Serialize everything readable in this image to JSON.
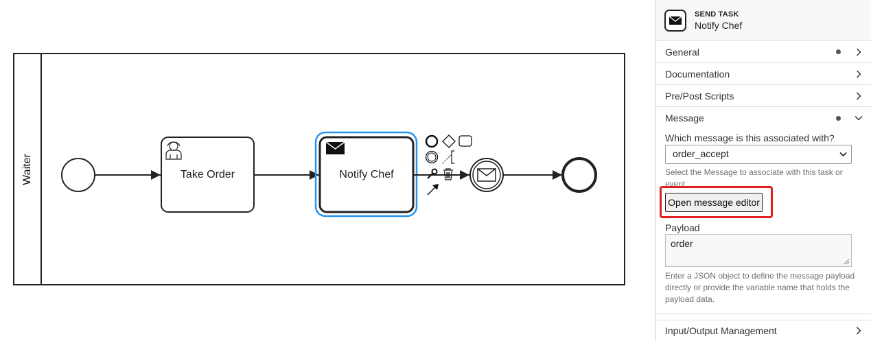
{
  "diagram": {
    "lane_label": "Waiter",
    "tasks": {
      "take_order": "Take Order",
      "notify_chef": "Notify Chef"
    }
  },
  "panel": {
    "header": {
      "type": "SEND TASK",
      "name": "Notify Chef"
    },
    "groups": {
      "general": "General",
      "documentation": "Documentation",
      "prepost": "Pre/Post Scripts",
      "message": "Message",
      "io": "Input/Output Management"
    },
    "message": {
      "question": "Which message is this associated with?",
      "selected": "order_accept",
      "select_help": "Select the Message to associate with this task or event",
      "open_button": "Open message editor",
      "payload_label": "Payload",
      "payload_value": "order",
      "payload_help": "Enter a JSON object to define the message payload directly or provide the variable name that holds the payload data."
    }
  },
  "colors": {
    "selection": "#2196f3",
    "highlight": "#e02020"
  }
}
